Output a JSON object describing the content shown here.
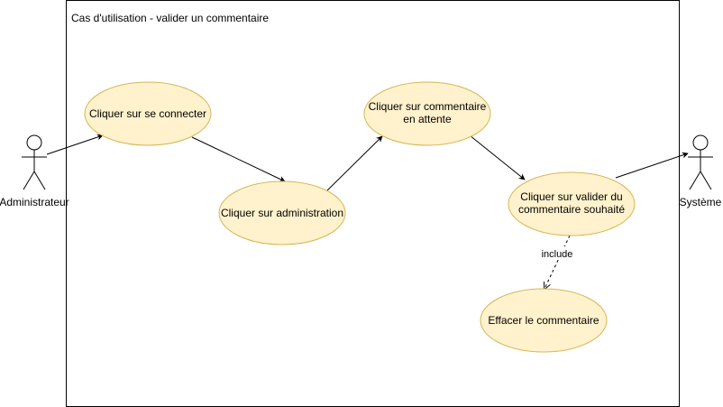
{
  "diagram": {
    "title": "Cas d'utilisation - valider un commentaire",
    "actors": {
      "admin": {
        "label": "Administrateur"
      },
      "system": {
        "label": "Système"
      }
    },
    "use_cases": {
      "connect": {
        "line1": "Cliquer sur se connecter"
      },
      "admin": {
        "line1": "Cliquer sur administration"
      },
      "pending": {
        "line1": "Cliquer sur commentaire",
        "line2": "en attente"
      },
      "validate": {
        "line1": "Cliquer sur valider du",
        "line2": "commentaire souhaité"
      },
      "delete": {
        "line1": "Effacer le commentaire"
      }
    },
    "include_label": "include"
  },
  "colors": {
    "usecase_fill": "#fff2cc",
    "usecase_stroke": "#d6b656",
    "line": "#000000"
  }
}
